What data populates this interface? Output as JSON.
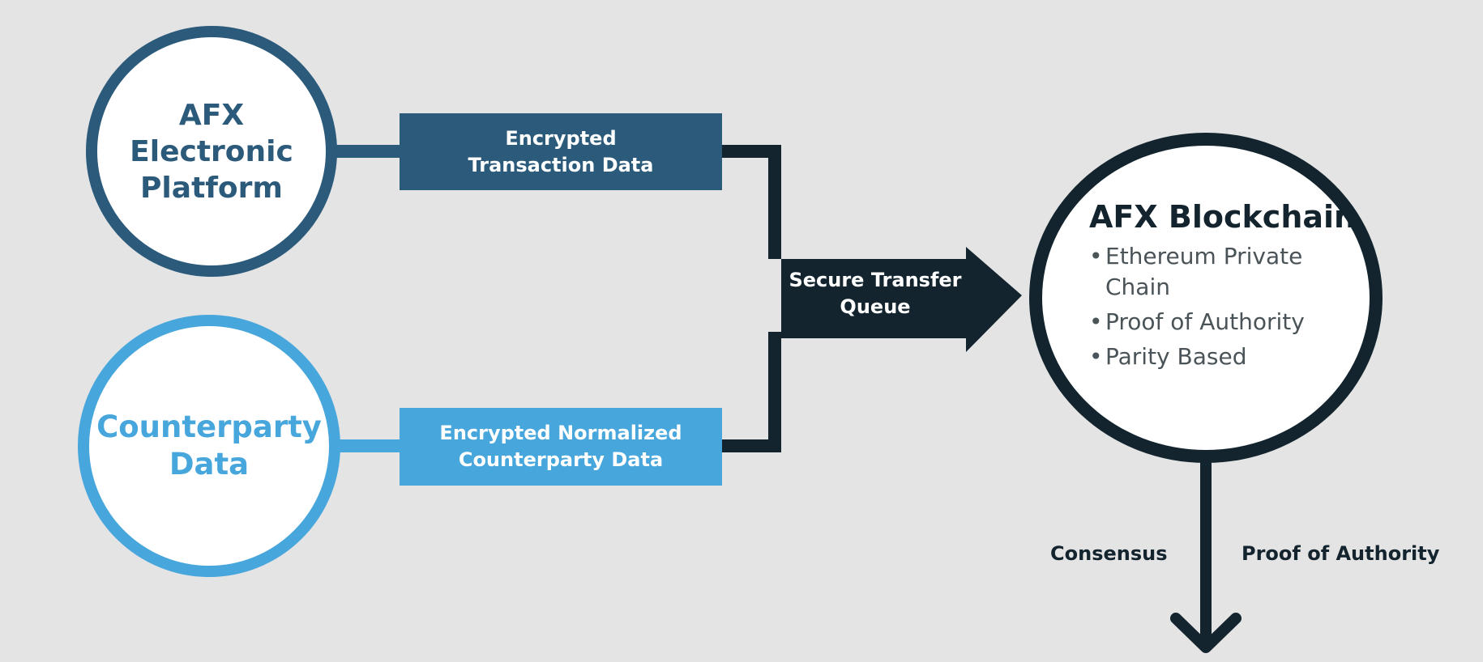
{
  "nodes": {
    "afx_platform": {
      "lines": [
        "AFX",
        "Electronic",
        "Platform"
      ]
    },
    "counterparty": {
      "lines": [
        "Counterparty",
        "Data"
      ]
    },
    "blockchain": {
      "title": "AFX Blockchain",
      "bullets": [
        "Ethereum Private Chain",
        "Proof of Authority",
        "Parity Based"
      ]
    }
  },
  "boxes": {
    "transaction": {
      "lines": [
        "Encrypted",
        "Transaction Data"
      ]
    },
    "counterparty": {
      "lines": [
        "Encrypted Normalized",
        "Counterparty Data"
      ]
    }
  },
  "queue": {
    "lines": [
      "Secure Transfer",
      "Queue"
    ]
  },
  "edge_labels": {
    "consensus": "Consensus",
    "proof": "Proof of Authority"
  },
  "colors": {
    "background": "#e4e4e4",
    "dark_blue": "#2b5a7b",
    "light_blue": "#47a6dc",
    "navy": "#13242f",
    "bullet_text": "#4a5358"
  }
}
